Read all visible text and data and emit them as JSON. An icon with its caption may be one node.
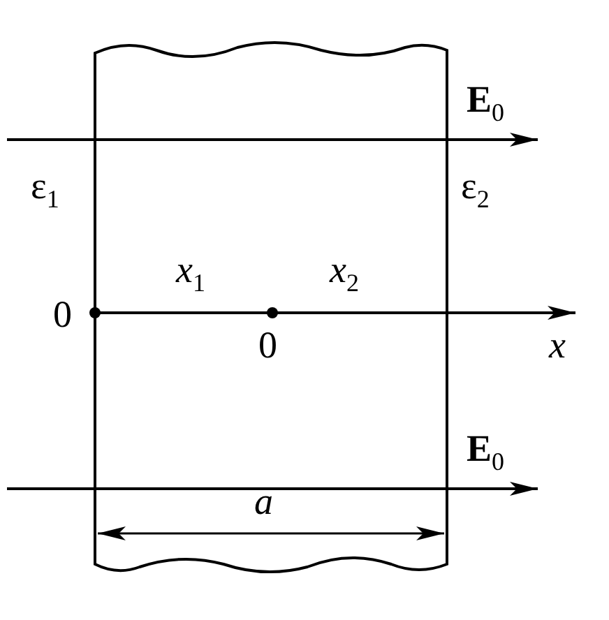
{
  "diagram": {
    "labels": [
      "**E**$_{0}$",
      "ε$_{1}$",
      "ε$_{2}$",
      "0",
      "*x*$_{1}$",
      "0",
      "*x*$_{2}$",
      "*x*",
      "**E**$_{0}$",
      "*a*"
    ]
  }
}
